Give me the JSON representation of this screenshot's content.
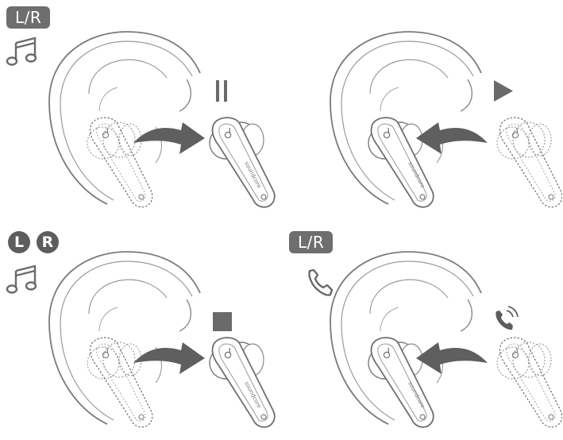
{
  "panels": [
    {
      "id": "pause",
      "badge": "L/R",
      "mode_icon": "music-icon",
      "status_icon": "pause-icon",
      "action": "remove-earbud"
    },
    {
      "id": "resume",
      "badge": "",
      "mode_icon": "",
      "status_icon": "play-icon",
      "action": "insert-earbud"
    },
    {
      "id": "stop",
      "badges": [
        "L",
        "R"
      ],
      "mode_icon": "music-icon",
      "status_icon": "stop-icon",
      "action": "remove-earbud"
    },
    {
      "id": "call",
      "badge": "L/R",
      "mode_icon": "phone-icon",
      "status_icon": "ringing-phone-icon",
      "action": "insert-earbud"
    }
  ],
  "brand_text": "soundcore",
  "colors": {
    "badge": "#6e6e6e",
    "circle_badge": "#5d5d5d",
    "arrow": "#5f5f5f",
    "line": "#7a7a7a"
  }
}
